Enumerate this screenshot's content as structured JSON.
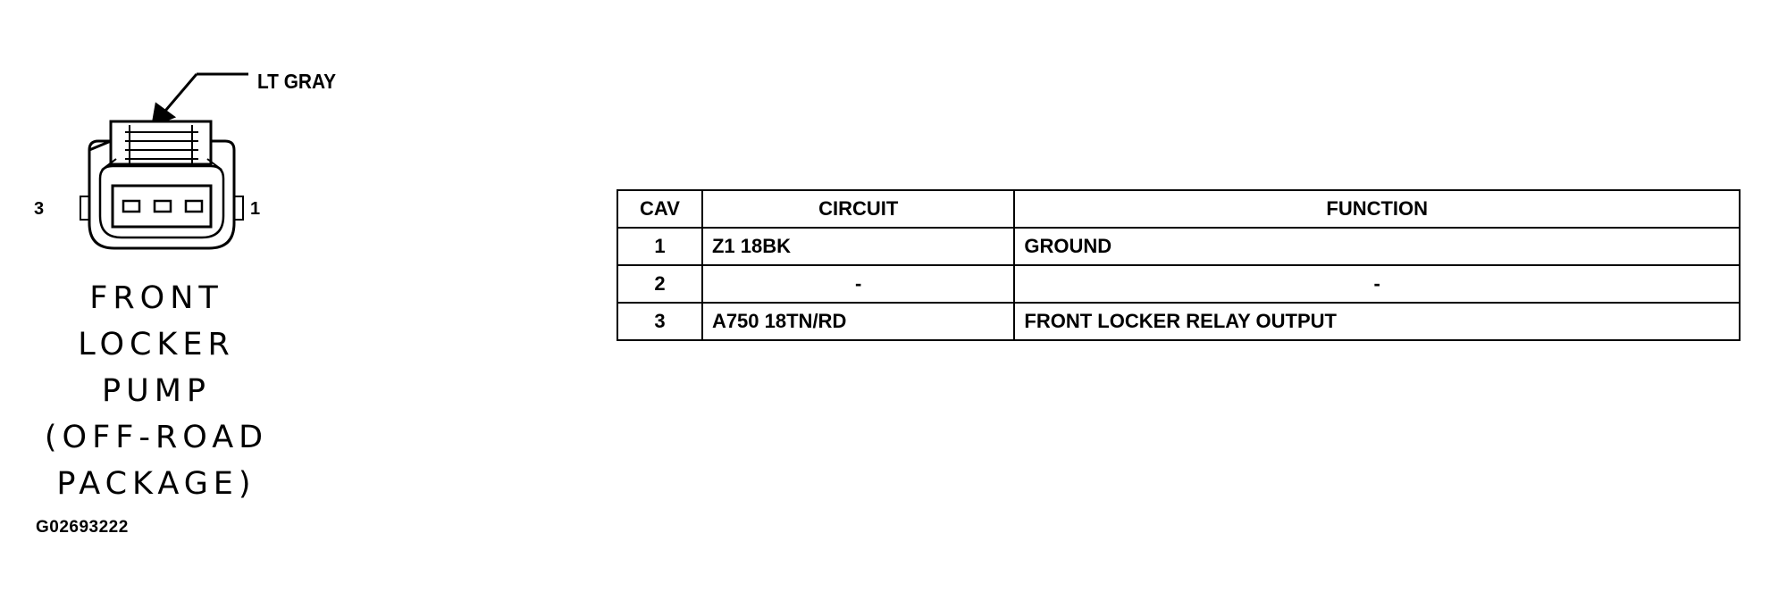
{
  "connector": {
    "color_callout": "LT GRAY",
    "pin_left": "3",
    "pin_right": "1",
    "title_lines": [
      "FRONT",
      "LOCKER",
      "PUMP",
      "(OFF-ROAD",
      "PACKAGE)"
    ]
  },
  "figure_id": "G02693222",
  "table": {
    "headers": {
      "cav": "CAV",
      "circuit": "CIRCUIT",
      "function": "FUNCTION"
    },
    "rows": [
      {
        "cav": "1",
        "circuit": "Z1 18BK",
        "function": "GROUND"
      },
      {
        "cav": "2",
        "circuit": "-",
        "function": "-"
      },
      {
        "cav": "3",
        "circuit": "A750 18TN/RD",
        "function": "FRONT LOCKER RELAY OUTPUT"
      }
    ]
  }
}
